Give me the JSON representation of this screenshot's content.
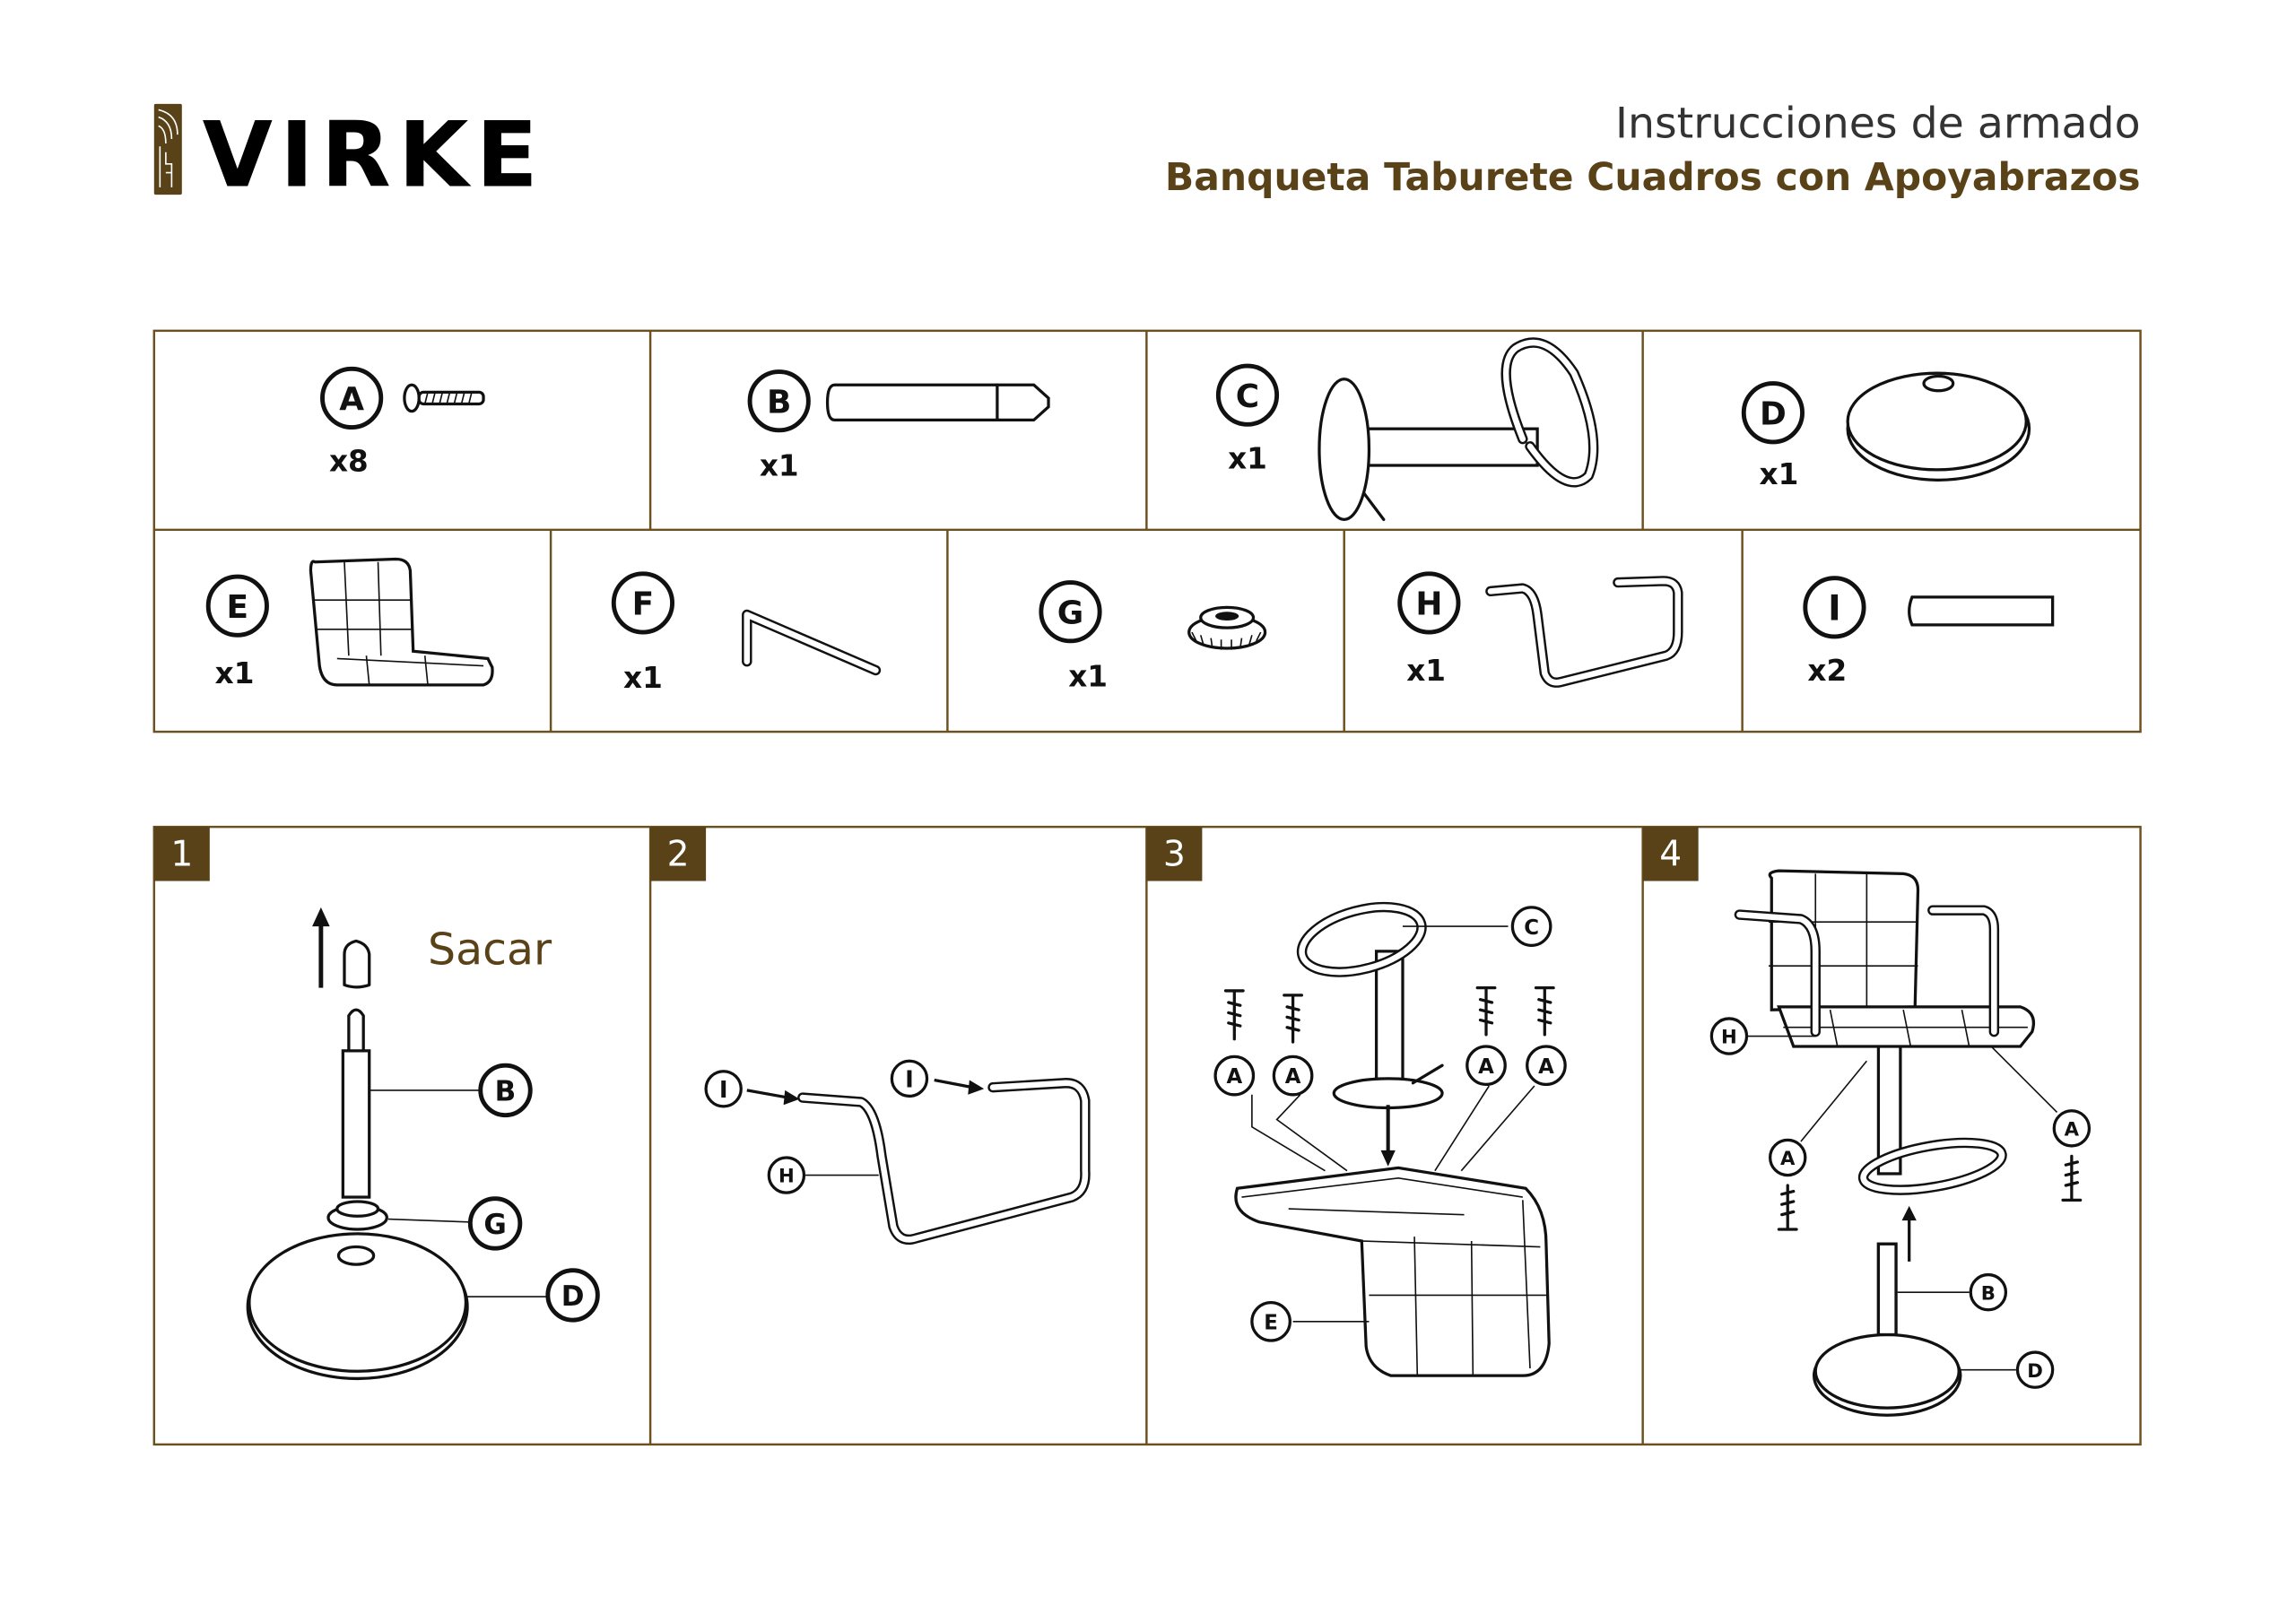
{
  "brand": {
    "name": "VIRKE",
    "color": "#5a4218"
  },
  "header": {
    "subtitle": "Instrucciones de armado",
    "title": "Banqueta Taburete Cuadros con Apoyabrazos"
  },
  "parts": [
    {
      "letter": "A",
      "qty": "x8"
    },
    {
      "letter": "B",
      "qty": "x1"
    },
    {
      "letter": "C",
      "qty": "x1"
    },
    {
      "letter": "D",
      "qty": "x1"
    },
    {
      "letter": "E",
      "qty": "x1"
    },
    {
      "letter": "F",
      "qty": "x1"
    },
    {
      "letter": "G",
      "qty": "x1"
    },
    {
      "letter": "H",
      "qty": "x1"
    },
    {
      "letter": "I",
      "qty": "x2"
    }
  ],
  "steps": [
    {
      "number": "1",
      "note": "Sacar",
      "callouts": [
        "B",
        "G",
        "D"
      ]
    },
    {
      "number": "2",
      "callouts": [
        "I",
        "I",
        "H"
      ]
    },
    {
      "number": "3",
      "callouts": [
        "C",
        "A",
        "A",
        "A",
        "A",
        "E"
      ]
    },
    {
      "number": "4",
      "callouts": [
        "H",
        "A",
        "A",
        "B",
        "D"
      ]
    }
  ]
}
